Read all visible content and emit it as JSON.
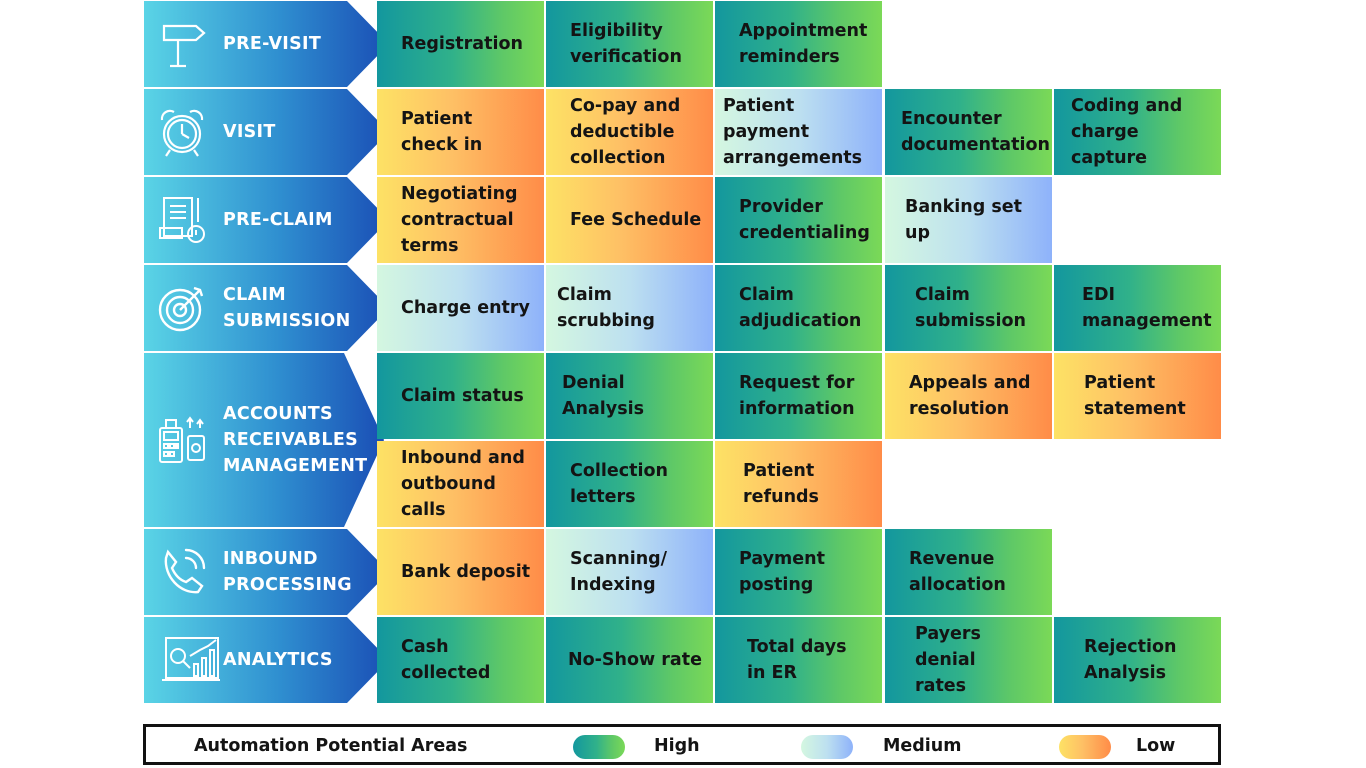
{
  "title": "",
  "phases": [
    {
      "id": "pre-visit",
      "label": "PRE-VISIT",
      "icon": "signpost-icon"
    },
    {
      "id": "visit",
      "label": "VISIT",
      "icon": "alarm-clock-icon"
    },
    {
      "id": "pre-claim",
      "label": "PRE-CLAIM",
      "icon": "claim-document-icon"
    },
    {
      "id": "claim-submission",
      "label": "CLAIM\nSUBMISSION",
      "icon": "target-icon"
    },
    {
      "id": "accounts-receivables",
      "label": "ACCOUNTS\nRECEIVABLES\nMANAGEMENT",
      "icon": "payment-terminal-icon"
    },
    {
      "id": "inbound-processing",
      "label": "INBOUND\nPROCESSING",
      "icon": "phone-icon"
    },
    {
      "id": "analytics",
      "label": "ANALYTICS",
      "icon": "analytics-chart-icon"
    }
  ],
  "rows": [
    [
      {
        "text": "Registration",
        "level": "high"
      },
      {
        "text": "Eligibility\nverification",
        "level": "high"
      },
      {
        "text": "Appointment\nreminders",
        "level": "high"
      }
    ],
    [
      {
        "text": "Patient\ncheck in",
        "level": "low"
      },
      {
        "text": "Co-pay and\ndeductible\ncollection",
        "level": "low"
      },
      {
        "text": "Patient payment\narrangements",
        "level": "medium"
      },
      {
        "text": "Encounter\ndocumentation",
        "level": "high"
      },
      {
        "text": "Coding and\ncharge capture",
        "level": "high"
      }
    ],
    [
      {
        "text": "Negotiating\ncontractual\nterms",
        "level": "low"
      },
      {
        "text": "Fee Schedule",
        "level": "low"
      },
      {
        "text": "Provider\ncredentialing",
        "level": "high"
      },
      {
        "text": "Banking set up",
        "level": "medium"
      }
    ],
    [
      {
        "text": "Charge entry",
        "level": "medium"
      },
      {
        "text": "Claim scrubbing",
        "level": "medium"
      },
      {
        "text": "Claim\nadjudication",
        "level": "high"
      },
      {
        "text": "Claim\nsubmission",
        "level": "high"
      },
      {
        "text": "EDI\nmanagement",
        "level": "high"
      }
    ],
    [
      {
        "text": "Claim status",
        "level": "high"
      },
      {
        "text": "Denial Analysis",
        "level": "high"
      },
      {
        "text": "Request for\ninformation",
        "level": "high"
      },
      {
        "text": "Appeals and\nresolution",
        "level": "low"
      },
      {
        "text": "Patient\nstatement",
        "level": "low"
      }
    ],
    [
      {
        "text": "Inbound and\noutbound\ncalls",
        "level": "low"
      },
      {
        "text": "Collection\nletters",
        "level": "high"
      },
      {
        "text": "Patient\nrefunds",
        "level": "low"
      }
    ],
    [
      {
        "text": "Bank deposit",
        "level": "low"
      },
      {
        "text": "Scanning/\nIndexing",
        "level": "medium"
      },
      {
        "text": "Payment\nposting",
        "level": "high"
      },
      {
        "text": "Revenue\nallocation",
        "level": "high"
      }
    ],
    [
      {
        "text": "Cash\ncollected",
        "level": "high"
      },
      {
        "text": "No-Show rate",
        "level": "high"
      },
      {
        "text": "Total days\nin ER",
        "level": "high"
      },
      {
        "text": "Payers denial\nrates",
        "level": "high"
      },
      {
        "text": "Rejection\nAnalysis",
        "level": "high"
      }
    ]
  ],
  "legend": {
    "title": "Automation Potential Areas",
    "items": [
      {
        "label": "High",
        "level": "high"
      },
      {
        "label": "Medium",
        "level": "medium"
      },
      {
        "label": "Low",
        "level": "low"
      }
    ]
  },
  "colors": {
    "phase_gradient_start": "#5ad4e6",
    "phase_gradient_end": "#1a4eb5",
    "high": "#13979e",
    "medium": "#8eb2fa",
    "low": "#ff8c48"
  }
}
